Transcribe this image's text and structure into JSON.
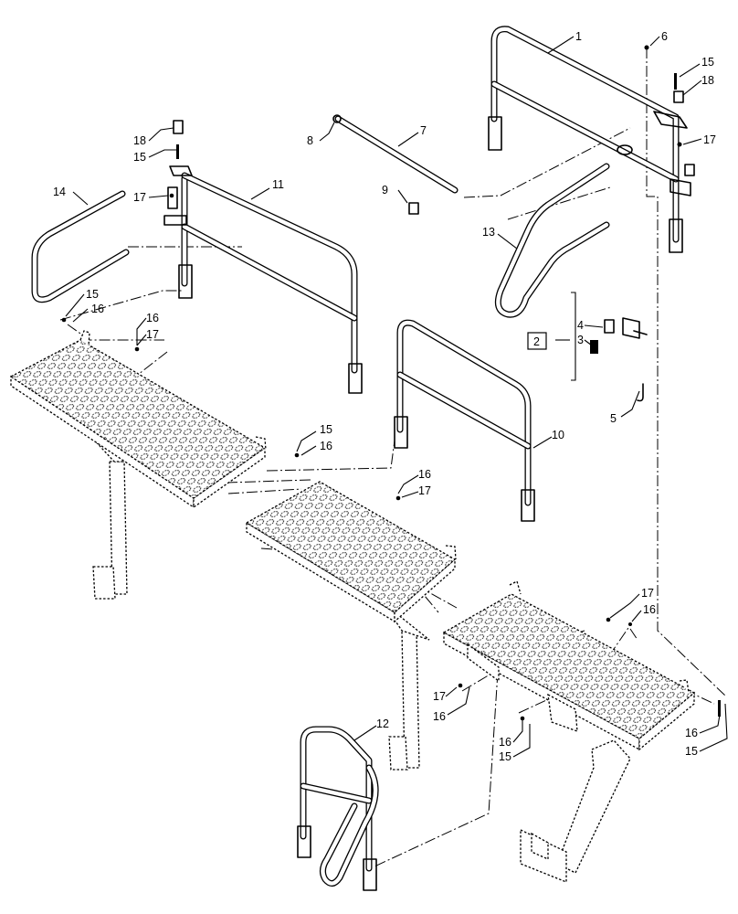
{
  "callouts": {
    "c1": "1",
    "c2": "2",
    "c3": "3",
    "c4": "4",
    "c5": "5",
    "c6": "6",
    "c7": "7",
    "c8": "8",
    "c9": "9",
    "c10": "10",
    "c11": "11",
    "c12": "12",
    "c13": "13",
    "c14": "14",
    "c15a": "15",
    "c18a": "18",
    "c17a": "17",
    "c18b": "18",
    "c15b": "15",
    "c17b": "17",
    "c15c": "15",
    "c16c": "16",
    "c16d": "16",
    "c17d": "17",
    "c15e": "15",
    "c16e": "16",
    "c16f": "16",
    "c17f": "17",
    "c17g": "17",
    "c16g": "16",
    "c17h": "17",
    "c16h": "16",
    "c16i": "16",
    "c15i": "15",
    "c16j": "16",
    "c15j": "15"
  }
}
